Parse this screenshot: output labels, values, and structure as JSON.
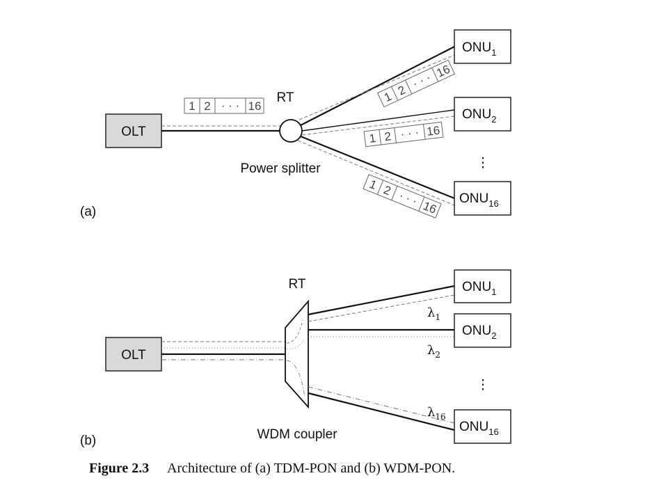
{
  "panel_a": {
    "label": "(a)",
    "olt": "OLT",
    "rt": "RT",
    "splitter_label": "Power splitter",
    "frame": {
      "slot1": "1",
      "slot2": "2",
      "dots": "· · ·",
      "slot_last": "16"
    },
    "onus": [
      {
        "name": "ONU",
        "sub": "1"
      },
      {
        "name": "ONU",
        "sub": "2"
      },
      {
        "name": "ONU",
        "sub": "16"
      }
    ],
    "vdots": "⋮"
  },
  "panel_b": {
    "label": "(b)",
    "olt": "OLT",
    "rt": "RT",
    "coupler_label": "WDM coupler",
    "onus": [
      {
        "name": "ONU",
        "sub": "1"
      },
      {
        "name": "ONU",
        "sub": "2"
      },
      {
        "name": "ONU",
        "sub": "16"
      }
    ],
    "wavelengths": [
      {
        "symbol": "λ",
        "sub": "1"
      },
      {
        "symbol": "λ",
        "sub": "2"
      },
      {
        "symbol": "λ",
        "sub": "16"
      }
    ],
    "vdots": "⋮"
  },
  "caption": {
    "figure": "Figure 2.3",
    "text": "Architecture of (a) TDM-PON and (b) WDM-PON."
  },
  "colors": {
    "box_fill_olt": "#d9d9d9",
    "line": "#111111",
    "dashed": "#777777"
  }
}
